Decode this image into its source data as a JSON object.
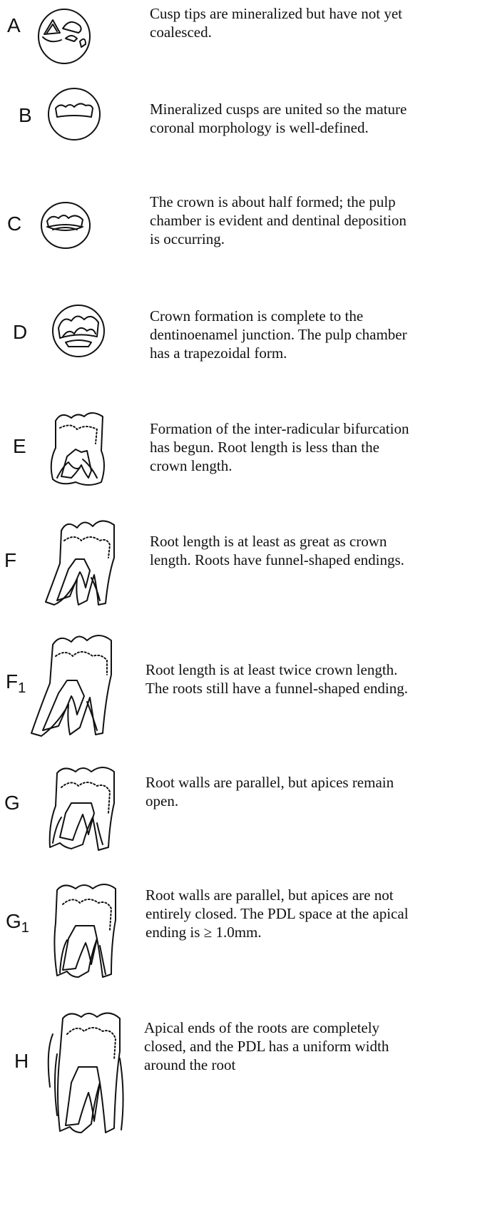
{
  "stages": [
    {
      "letter": "A",
      "sub": "",
      "description": "Cusp tips are mineralized but have not yet\ncoalesced."
    },
    {
      "letter": "B",
      "sub": "",
      "description": "Mineralized cusps are united so the mature\ncoronal morphology is well-defined."
    },
    {
      "letter": "C",
      "sub": "",
      "description": "The crown is about half formed; the pulp\nchamber is evident and dentinal deposition\nis occurring."
    },
    {
      "letter": "D",
      "sub": "",
      "description": "Crown formation is complete to the\ndentinoenamel junction.  The pulp chamber\nhas a trapezoidal form."
    },
    {
      "letter": "E",
      "sub": "",
      "description": "Formation of the inter-radicular bifurcation\nhas begun. Root length is less than the\ncrown length."
    },
    {
      "letter": "F",
      "sub": "",
      "description": "Root length is at least as great as crown\nlength.  Roots have funnel-shaped endings."
    },
    {
      "letter": "F",
      "sub": "1",
      "description": "Root length is at least twice crown length.\nThe roots still have a funnel-shaped ending."
    },
    {
      "letter": "G",
      "sub": "",
      "description": "Root walls are parallel, but apices remain\nopen."
    },
    {
      "letter": "G",
      "sub": "1",
      "description": "Root walls are parallel, but apices are not\nentirely closed.  The PDL space at the apical\nending is ≥ 1.0mm."
    },
    {
      "letter": "H",
      "sub": "",
      "description": "Apical ends of the roots are completely\nclosed, and the PDL has a uniform width\naround the root"
    }
  ]
}
